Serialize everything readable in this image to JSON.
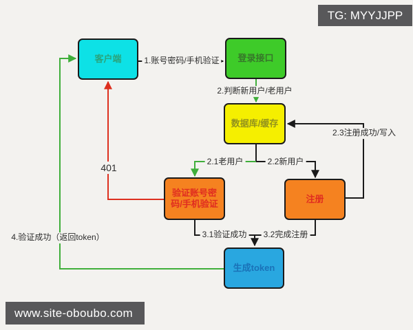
{
  "banners": {
    "tg": "TG: MYYJJPP",
    "site": "www.site-oboubo.com"
  },
  "nodes": {
    "client": {
      "label": "客户端",
      "color": "#0de1e6",
      "text_color": "#2aa47c"
    },
    "login": {
      "label": "登录接口",
      "color": "#3ecb29",
      "text_color": "#37772a"
    },
    "database": {
      "label": "数据库/缓存",
      "color": "#f5ef00",
      "text_color": "#93931c"
    },
    "verify": {
      "label": "验证账号密码/手机验证",
      "color": "#f58220",
      "text_color": "#e02d20"
    },
    "register": {
      "label": "注册",
      "color": "#f58220",
      "text_color": "#e02d20"
    },
    "token": {
      "label": "生成token",
      "color": "#29a7e0",
      "text_color": "#1a72b8"
    }
  },
  "edges": {
    "e1": "1.账号密码/手机验证",
    "e2": "2.判断新用户/老用户",
    "e2_1": "2.1老用户",
    "e2_2": "2.2新用户",
    "e2_3": "2.3注册成功/写入",
    "e3_1": "3.1验证成功",
    "e3_2": "3.2完成注册",
    "e401": "401",
    "e4": "4.验证成功（返回token）"
  },
  "colors": {
    "background": "#f3f2ef",
    "line": "#1a1a1a",
    "success_green": "#3fae3a",
    "error_red": "#dd2f1e",
    "banner_background": "#58585a",
    "banner_text": "#ffffff"
  }
}
